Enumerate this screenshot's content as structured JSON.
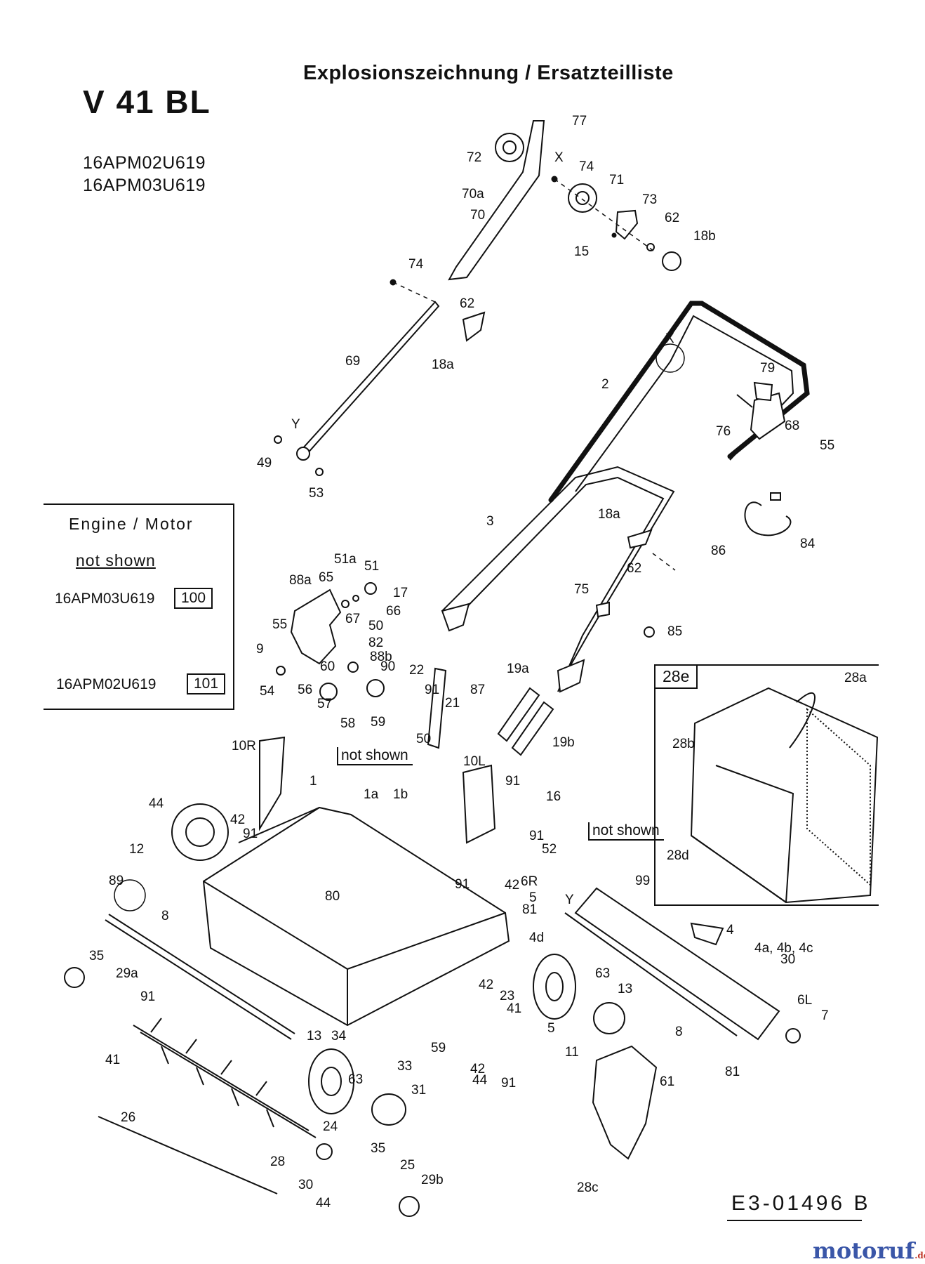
{
  "header": {
    "title": "Explosionszeichnung / Ersatzteilliste",
    "model": "V 41 BL",
    "model_codes": [
      "16APM02U619",
      "16APM03U619"
    ]
  },
  "engine_box": {
    "heading": "Engine  /  Motor",
    "not_shown": "not shown",
    "rows": [
      {
        "code": "16APM03U619",
        "part": "100"
      },
      {
        "code": "16APM02U619",
        "part": "101"
      }
    ]
  },
  "inset": {
    "tag": "28e"
  },
  "not_shown_notes": [
    "not shown",
    "not shown"
  ],
  "part_labels": [
    "77",
    "72",
    "X",
    "74",
    "71",
    "70a",
    "70",
    "73",
    "62",
    "18b",
    "15",
    "74",
    "62",
    "18a",
    "69",
    "Y",
    "49",
    "53",
    "X",
    "2",
    "79",
    "76",
    "68",
    "55",
    "3",
    "18a",
    "86",
    "62",
    "84",
    "75",
    "85",
    "51a",
    "51",
    "88a",
    "65",
    "17",
    "66",
    "55",
    "67",
    "50",
    "9",
    "82",
    "88b",
    "90",
    "22",
    "60",
    "54",
    "56",
    "57",
    "58",
    "59",
    "91",
    "50",
    "21",
    "87",
    "19a",
    "19b",
    "10R",
    "1",
    "1a",
    "1b",
    "10L",
    "91",
    "16",
    "44",
    "42",
    "12",
    "91",
    "91",
    "52",
    "91",
    "42",
    "6R",
    "5",
    "Y",
    "89",
    "80",
    "8",
    "81",
    "4d",
    "99",
    "4",
    "4a, 4b, 4c",
    "30",
    "35",
    "29a",
    "91",
    "42",
    "23",
    "41",
    "63",
    "13",
    "5",
    "6L",
    "7",
    "8",
    "81",
    "13",
    "34",
    "33",
    "59",
    "42",
    "91",
    "44",
    "11",
    "61",
    "41",
    "63",
    "31",
    "26",
    "24",
    "28",
    "35",
    "25",
    "30",
    "29b",
    "44",
    "28c",
    "28a",
    "28b",
    "28d"
  ],
  "diagram_code": "E3-01496 B",
  "watermark": {
    "main": "motoruf",
    "tld": ".de"
  },
  "colors": {
    "ink": "#111111",
    "paper": "#ffffff",
    "watermark_blue": "#3a56a8",
    "watermark_red": "#c0392b"
  }
}
